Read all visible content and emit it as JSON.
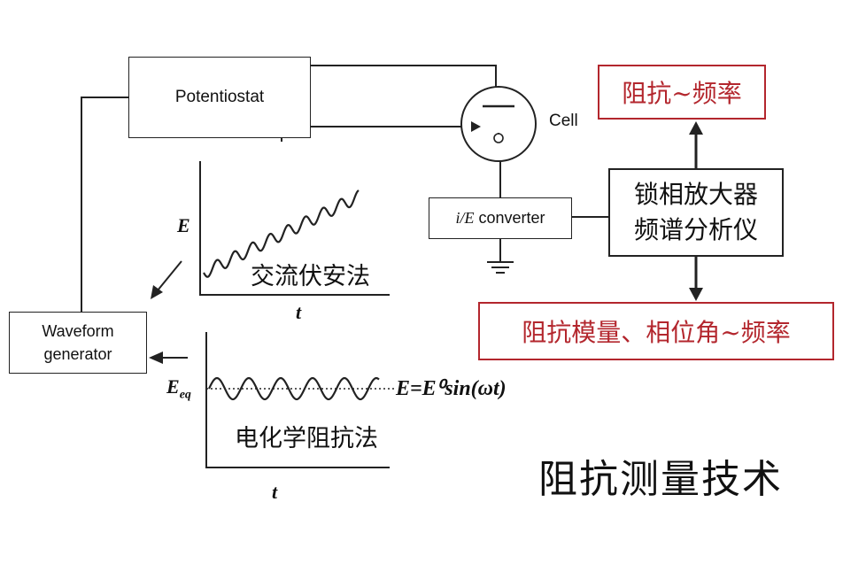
{
  "blocks": {
    "potentiostat": "Potentiostat",
    "cell": "Cell",
    "converter_var": "i/E",
    "converter_word": "converter",
    "waveform_line1": "Waveform",
    "waveform_line2": "generator",
    "analyzer_line1": "锁相放大器",
    "analyzer_line2": "频谱分析仪"
  },
  "outputs": {
    "top": "阻抗~频率",
    "bottom": "阻抗模量、相位角~频率"
  },
  "plots": {
    "ac": {
      "y_label": "E",
      "x_label": "t",
      "name": "交流伏安法"
    },
    "eis": {
      "y_label": "E",
      "y_sub": "eq",
      "x_label": "t",
      "name": "电化学阻抗法",
      "equation": "E=E⁰sin(ωt)"
    }
  },
  "title": "阻抗测量技术",
  "colors": {
    "line": "#222222",
    "accent": "#b3262d"
  }
}
